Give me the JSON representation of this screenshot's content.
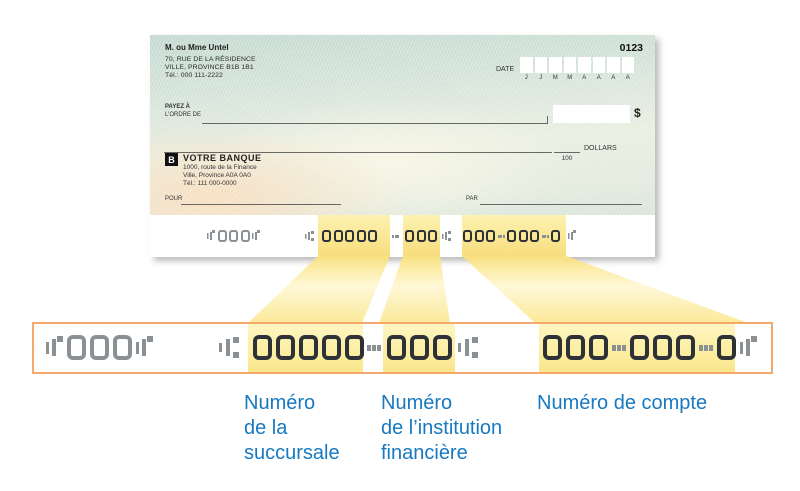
{
  "cheque": {
    "payer": {
      "name": "M. ou Mme Untel",
      "address_line1": "70, RUE DE LA RÉSIDENCE",
      "address_line2": "VILLE, PROVINCE  B1B 1B1",
      "phone": "Tél.: 000 111-2222"
    },
    "number": "0123",
    "date": {
      "label": "DATE",
      "letters": [
        "J",
        "J",
        "M",
        "M",
        "A",
        "A",
        "A",
        "A"
      ]
    },
    "payee": {
      "line1": "PAYEZ À",
      "line2": "L’ORDRE DE"
    },
    "amount": {
      "currency_symbol": "$",
      "fraction_denominator": "100",
      "dollars_label": "DOLLARS"
    },
    "bank": {
      "logo_letter": "B",
      "name": "VOTRE BANQUE",
      "address_line1": "1000, route de la Finance",
      "address_line2": "Ville, Province  A0A 0A0",
      "phone": "Tél.: 111 000-0000"
    },
    "memo_label": "POUR",
    "signature_label": "PAR"
  },
  "micr": {
    "groups": [
      {
        "id": "cheque-number",
        "tone": "gray",
        "highlight": false,
        "tokens": [
          "onus",
          "0",
          "0",
          "0",
          "onus"
        ]
      },
      {
        "id": "transit-open",
        "tone": "gray",
        "highlight": false,
        "tokens": [
          "transit"
        ]
      },
      {
        "id": "branch-number",
        "tone": "dark",
        "highlight": true,
        "tokens": [
          "0",
          "0",
          "0",
          "0",
          "0"
        ]
      },
      {
        "id": "dash-separator",
        "tone": "gray",
        "highlight": false,
        "tokens": [
          "dash"
        ]
      },
      {
        "id": "institution-number",
        "tone": "dark",
        "highlight": true,
        "tokens": [
          "0",
          "0",
          "0"
        ]
      },
      {
        "id": "transit-close",
        "tone": "gray",
        "highlight": false,
        "tokens": [
          "transit"
        ]
      },
      {
        "id": "account-number",
        "tone": "dark",
        "highlight": true,
        "tokens": [
          "0",
          "0",
          "0",
          "dash",
          "0",
          "0",
          "0",
          "dash",
          "0"
        ]
      },
      {
        "id": "onus-end",
        "tone": "gray",
        "highlight": false,
        "tokens": [
          "onus"
        ]
      }
    ]
  },
  "labels": {
    "branch": {
      "lines": [
        "Numéro",
        "de la",
        "succursale"
      ]
    },
    "institution": {
      "lines": [
        "Numéro",
        "de l’institution",
        "financière"
      ]
    },
    "account": {
      "lines": [
        "Numéro de compte"
      ]
    }
  },
  "colors": {
    "label_blue": "#1779C0",
    "highlight_yellow": "#FBE68E",
    "box_border_orange": "#F2A96B",
    "micr_dark": "#2E3138",
    "micr_gray": "#8B9094"
  }
}
